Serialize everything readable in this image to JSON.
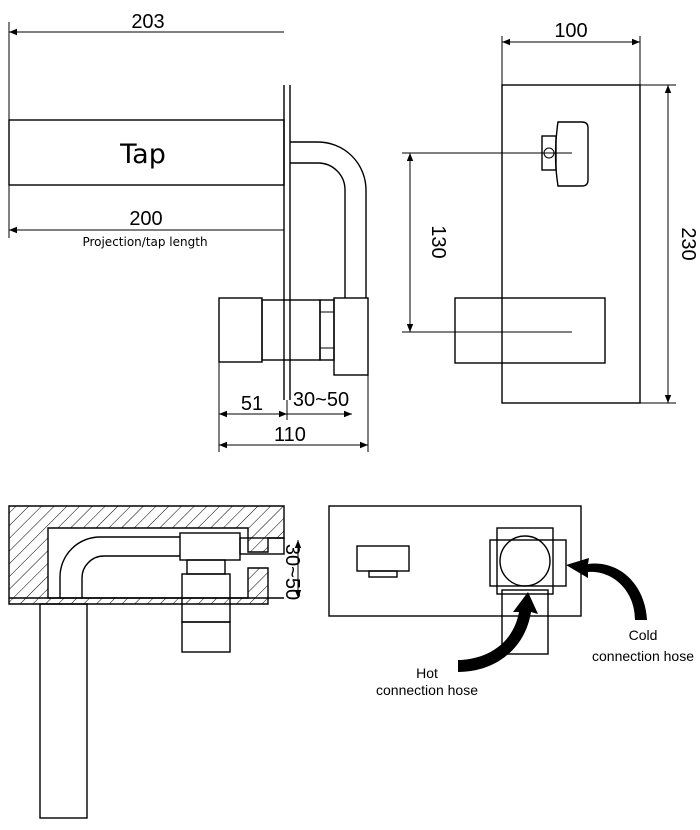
{
  "side_view": {
    "dim_top": "203",
    "tap_label": "Tap",
    "dim_length": "200",
    "length_caption": "Projection/tap length",
    "dim_handle": "51",
    "dim_wall": "30~50",
    "dim_total": "110"
  },
  "front_view": {
    "dim_width": "100",
    "dim_center": "130",
    "dim_height": "230"
  },
  "top_view": {
    "dim_wall": "30~50"
  },
  "rear_view": {
    "hot_label_1": "Hot",
    "hot_label_2": "connection hose",
    "cold_label_1": "Cold",
    "cold_label_2": "connection hose"
  }
}
